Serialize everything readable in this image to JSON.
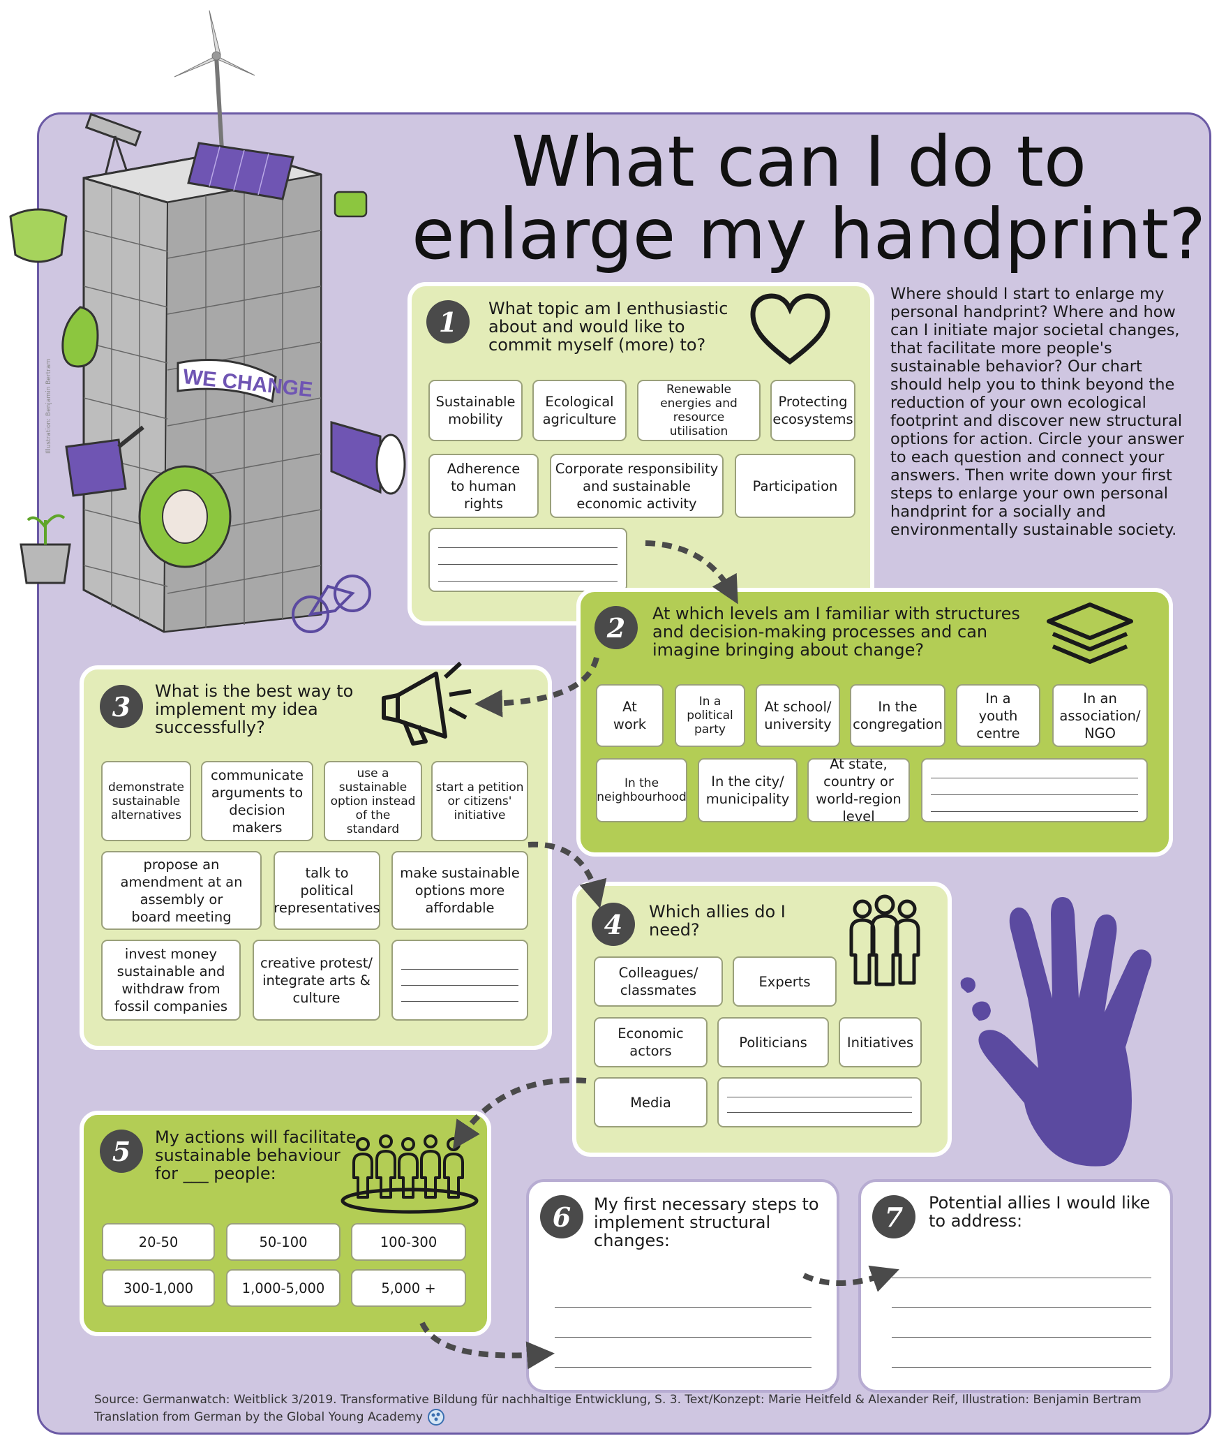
{
  "title_lines": [
    "What can I do to",
    "enlarge my handprint?"
  ],
  "intro": "Where should I start to enlarge my personal handprint? Where and how can I initiate major societal changes, that facilitate more people's sustainable behavior? Our chart should help you to think beyond the reduction of your own ecological footprint and discover new structural options for action. Circle your answer to each question and connect your answers. Then write down your first steps to enlarge your own personal handprint for a socially and environmentally sustainable society.",
  "illustration": {
    "banner": "WE CHANGE",
    "credit": "Illustration: Benjamin Bertram"
  },
  "q1": {
    "number": "1",
    "question": [
      "What topic am I enthusiastic",
      "about and would like to",
      "commit myself (more) to?"
    ],
    "options": [
      [
        "Sustainable",
        "mobility"
      ],
      [
        "Ecological",
        "agriculture"
      ],
      [
        "Renewable",
        "energies and",
        "resource",
        "utilisation"
      ],
      [
        "Protecting",
        "ecosystems"
      ],
      [
        "Adherence",
        "to human",
        "rights"
      ],
      [
        "Corporate responsibility",
        "and sustainable",
        "economic activity"
      ],
      [
        "Participation"
      ]
    ]
  },
  "q2": {
    "number": "2",
    "question": [
      "At which levels am I familiar with structures",
      "and decision-making processes and can",
      "imagine bringing about change?"
    ],
    "options": [
      [
        "At",
        "work"
      ],
      [
        "In a",
        "political",
        "party"
      ],
      [
        "At school/",
        "university"
      ],
      [
        "In the",
        "congregation"
      ],
      [
        "In a",
        "youth",
        "centre"
      ],
      [
        "In an",
        "association/",
        "NGO"
      ],
      [
        "In the",
        "neighbourhood"
      ],
      [
        "In the city/",
        "municipality"
      ],
      [
        "At state,",
        "country or",
        "world-region",
        "level"
      ]
    ]
  },
  "q3": {
    "number": "3",
    "question": [
      "What is the best way to",
      "implement my idea",
      "successfully?"
    ],
    "options": [
      [
        "demonstrate",
        "sustainable",
        "alternatives"
      ],
      [
        "communicate",
        "arguments to",
        "decision",
        "makers"
      ],
      [
        "use a",
        "sustainable",
        "option instead",
        "of the",
        "standard"
      ],
      [
        "start a petition",
        "or citizens'",
        "initiative"
      ],
      [
        "propose an",
        "amendment at an",
        "assembly or",
        "board meeting"
      ],
      [
        "talk to",
        "political",
        "representatives"
      ],
      [
        "make sustainable",
        "options more",
        "affordable"
      ],
      [
        "invest money",
        "sustainable and",
        "withdraw from",
        "fossil companies"
      ],
      [
        "creative protest/",
        "integrate arts &",
        "culture"
      ]
    ]
  },
  "q4": {
    "number": "4",
    "question": [
      "Which allies do I",
      "need?"
    ],
    "options": [
      [
        "Colleagues/",
        "classmates"
      ],
      [
        "Experts"
      ],
      [
        "Economic",
        "actors"
      ],
      [
        "Politicians"
      ],
      [
        "Initiatives"
      ],
      [
        "Media"
      ]
    ]
  },
  "q5": {
    "number": "5",
    "question": [
      "My actions will facilitate",
      "sustainable behaviour",
      "for ___ people:"
    ],
    "options": [
      "20-50",
      "50-100",
      "100-300",
      "300-1,000",
      "1,000-5,000",
      "5,000 +"
    ]
  },
  "q6": {
    "number": "6",
    "question": [
      "My first necessary steps to",
      "implement structural",
      "changes:"
    ]
  },
  "q7": {
    "number": "7",
    "question": [
      "Potential allies I would like",
      "to address:"
    ]
  },
  "source": [
    "Source: Germanwatch: Weitblick 3/2019. Transformative Bildung für nachhaltige Entwicklung, S. 3. Text/Konzept: Marie Heitfeld & Alexander Reif, Illustration: Benjamin Bertram",
    "Translation from German by the Global Young Academy"
  ],
  "colors": {
    "frame_bg": "#cfc6e1",
    "frame_border": "#6b5aa5",
    "panel_light": "#e3ecb8",
    "panel_dark": "#b3cd55",
    "purple": "#5b4aa0",
    "green": "#8cc63f",
    "number_circle": "#4a4a4a"
  },
  "icons": [
    "heart-icon",
    "layers-icon",
    "megaphone-icon",
    "group-icon",
    "crowd-icon",
    "hand-icon",
    "gya-logo-icon"
  ]
}
